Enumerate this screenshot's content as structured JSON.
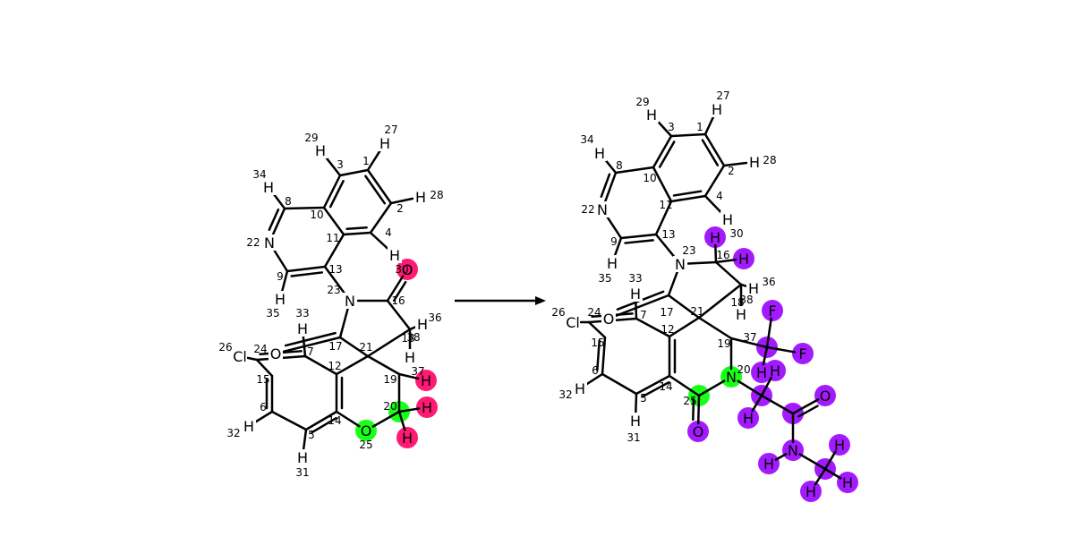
{
  "colors": {
    "bond": "#000000",
    "highlight_pink": "#ff1a75",
    "highlight_green": "#1aff1a",
    "highlight_purple": "#a41aff",
    "background": "#ffffff"
  },
  "reactant": {
    "atoms": [
      {
        "id": "r1",
        "label": "",
        "num": "1"
      },
      {
        "id": "r2",
        "label": "",
        "num": "2"
      },
      {
        "id": "r3",
        "label": "",
        "num": "3"
      },
      {
        "id": "r4",
        "label": "",
        "num": "4"
      },
      {
        "id": "r5",
        "label": "",
        "num": "5"
      },
      {
        "id": "r6",
        "label": "",
        "num": "6"
      },
      {
        "id": "r7",
        "label": "",
        "num": "7"
      },
      {
        "id": "r8",
        "label": "",
        "num": "8"
      },
      {
        "id": "r9",
        "label": "",
        "num": "9"
      },
      {
        "id": "r10",
        "label": "",
        "num": "10"
      },
      {
        "id": "r11",
        "label": "",
        "num": "11"
      },
      {
        "id": "r12",
        "label": "",
        "num": "12"
      },
      {
        "id": "r13",
        "label": "",
        "num": "13"
      },
      {
        "id": "r14",
        "label": "",
        "num": "14"
      },
      {
        "id": "r15",
        "label": "",
        "num": "15"
      },
      {
        "id": "r16",
        "label": "",
        "num": "16"
      },
      {
        "id": "r17",
        "label": "",
        "num": "17"
      },
      {
        "id": "r18",
        "label": "",
        "num": "18"
      },
      {
        "id": "r19",
        "label": "",
        "num": "19"
      },
      {
        "id": "r20",
        "label": "",
        "num": "20",
        "hl": "green"
      },
      {
        "id": "r21",
        "label": "",
        "num": "21"
      },
      {
        "id": "r22",
        "label": "N",
        "num": "22"
      },
      {
        "id": "r23",
        "label": "N",
        "num": "23"
      },
      {
        "id": "r24",
        "label": "",
        "num": "24"
      },
      {
        "id": "r25",
        "label": "O",
        "num": "25",
        "hl": "green"
      },
      {
        "id": "r26",
        "label": "Cl",
        "num": "26"
      },
      {
        "id": "r27",
        "label": "H",
        "num": "27"
      },
      {
        "id": "r28",
        "label": "H",
        "num": "28"
      },
      {
        "id": "r29",
        "label": "H",
        "num": "29"
      },
      {
        "id": "r30",
        "label": "O",
        "num": "30",
        "hl": "pink"
      },
      {
        "id": "r31",
        "label": "H",
        "num": "31"
      },
      {
        "id": "r32",
        "label": "H",
        "num": "32"
      },
      {
        "id": "r33",
        "label": "H",
        "num": "33"
      },
      {
        "id": "r34",
        "label": "H",
        "num": "34"
      },
      {
        "id": "r35",
        "label": "H",
        "num": "35"
      },
      {
        "id": "r36",
        "label": "H",
        "num": "36"
      },
      {
        "id": "r37",
        "label": "H",
        "num": "37",
        "hl": "pink"
      },
      {
        "id": "r38",
        "label": "H",
        "num": "38"
      },
      {
        "id": "r4h",
        "label": "H",
        "num": ""
      },
      {
        "id": "rO17",
        "label": "O",
        "num": ""
      },
      {
        "id": "rH20a",
        "label": "H",
        "num": "",
        "hl": "pink"
      },
      {
        "id": "rH20b",
        "label": "H",
        "num": "",
        "hl": "pink"
      }
    ]
  },
  "product": {
    "atoms": [
      {
        "id": "p1",
        "label": "",
        "num": "1"
      },
      {
        "id": "p2",
        "label": "",
        "num": "2"
      },
      {
        "id": "p3",
        "label": "",
        "num": "3"
      },
      {
        "id": "p4",
        "label": "",
        "num": "4"
      },
      {
        "id": "p5",
        "label": "",
        "num": "5"
      },
      {
        "id": "p6",
        "label": "",
        "num": "6"
      },
      {
        "id": "p7",
        "label": "",
        "num": "7"
      },
      {
        "id": "p8",
        "label": "",
        "num": "8"
      },
      {
        "id": "p9",
        "label": "",
        "num": "9"
      },
      {
        "id": "p10",
        "label": "",
        "num": "10"
      },
      {
        "id": "p11",
        "label": "",
        "num": "11"
      },
      {
        "id": "p12",
        "label": "",
        "num": "12"
      },
      {
        "id": "p13",
        "label": "",
        "num": "13"
      },
      {
        "id": "p14",
        "label": "",
        "num": "14"
      },
      {
        "id": "p15",
        "label": "",
        "num": "15"
      },
      {
        "id": "p16",
        "label": "",
        "num": "16"
      },
      {
        "id": "p17",
        "label": "",
        "num": "17"
      },
      {
        "id": "p18",
        "label": "",
        "num": "18"
      },
      {
        "id": "p19",
        "label": "",
        "num": "19"
      },
      {
        "id": "p20",
        "label": "N",
        "num": "20",
        "hl": "green"
      },
      {
        "id": "p21",
        "label": "",
        "num": "21"
      },
      {
        "id": "p22",
        "label": "N",
        "num": "22"
      },
      {
        "id": "p23",
        "label": "N",
        "num": "23"
      },
      {
        "id": "p24",
        "label": "",
        "num": "24"
      },
      {
        "id": "p25",
        "label": "",
        "num": "25",
        "hl": "green"
      },
      {
        "id": "p26",
        "label": "Cl",
        "num": "26"
      },
      {
        "id": "p27",
        "label": "H",
        "num": "27"
      },
      {
        "id": "p28",
        "label": "H",
        "num": "28"
      },
      {
        "id": "p29",
        "label": "H",
        "num": "29"
      },
      {
        "id": "p30",
        "label": "H",
        "num": "30",
        "hl": "purple"
      },
      {
        "id": "p31",
        "label": "H",
        "num": "31"
      },
      {
        "id": "p32",
        "label": "H",
        "num": "32"
      },
      {
        "id": "p33",
        "label": "H",
        "num": "33"
      },
      {
        "id": "p34",
        "label": "H",
        "num": "34"
      },
      {
        "id": "p35",
        "label": "H",
        "num": "35"
      },
      {
        "id": "p36",
        "label": "H",
        "num": "36"
      },
      {
        "id": "p37",
        "label": "",
        "num": "37",
        "hl": "purple"
      },
      {
        "id": "p38",
        "label": "H",
        "num": "38"
      },
      {
        "id": "p4h",
        "label": "H",
        "num": ""
      },
      {
        "id": "pO17",
        "label": "O",
        "num": ""
      },
      {
        "id": "pO25",
        "label": "O",
        "num": "",
        "hl": "purple"
      },
      {
        "id": "pH16b",
        "label": "H",
        "num": "",
        "hl": "purple"
      },
      {
        "id": "pF1",
        "label": "F",
        "num": "",
        "hl": "purple"
      },
      {
        "id": "pF2",
        "label": "F",
        "num": "",
        "hl": "purple"
      },
      {
        "id": "pH37",
        "label": "H",
        "num": "",
        "hl": "purple"
      },
      {
        "id": "pH37b",
        "label": "H",
        "num": "",
        "hl": "purple"
      },
      {
        "id": "pCa",
        "label": "",
        "num": "",
        "hl": "purple"
      },
      {
        "id": "pHa1",
        "label": "H",
        "num": "",
        "hl": "purple"
      },
      {
        "id": "pCb",
        "label": "",
        "num": "",
        "hl": "purple"
      },
      {
        "id": "pOb",
        "label": "O",
        "num": "",
        "hl": "purple"
      },
      {
        "id": "pNb",
        "label": "N",
        "num": "",
        "hl": "purple"
      },
      {
        "id": "pHn",
        "label": "H",
        "num": "",
        "hl": "purple"
      },
      {
        "id": "pCc",
        "label": "",
        "num": "",
        "hl": "purple"
      },
      {
        "id": "pHc1",
        "label": "H",
        "num": "",
        "hl": "purple"
      },
      {
        "id": "pHc2",
        "label": "H",
        "num": "",
        "hl": "purple"
      },
      {
        "id": "pHc3",
        "label": "H",
        "num": "",
        "hl": "purple"
      }
    ]
  }
}
